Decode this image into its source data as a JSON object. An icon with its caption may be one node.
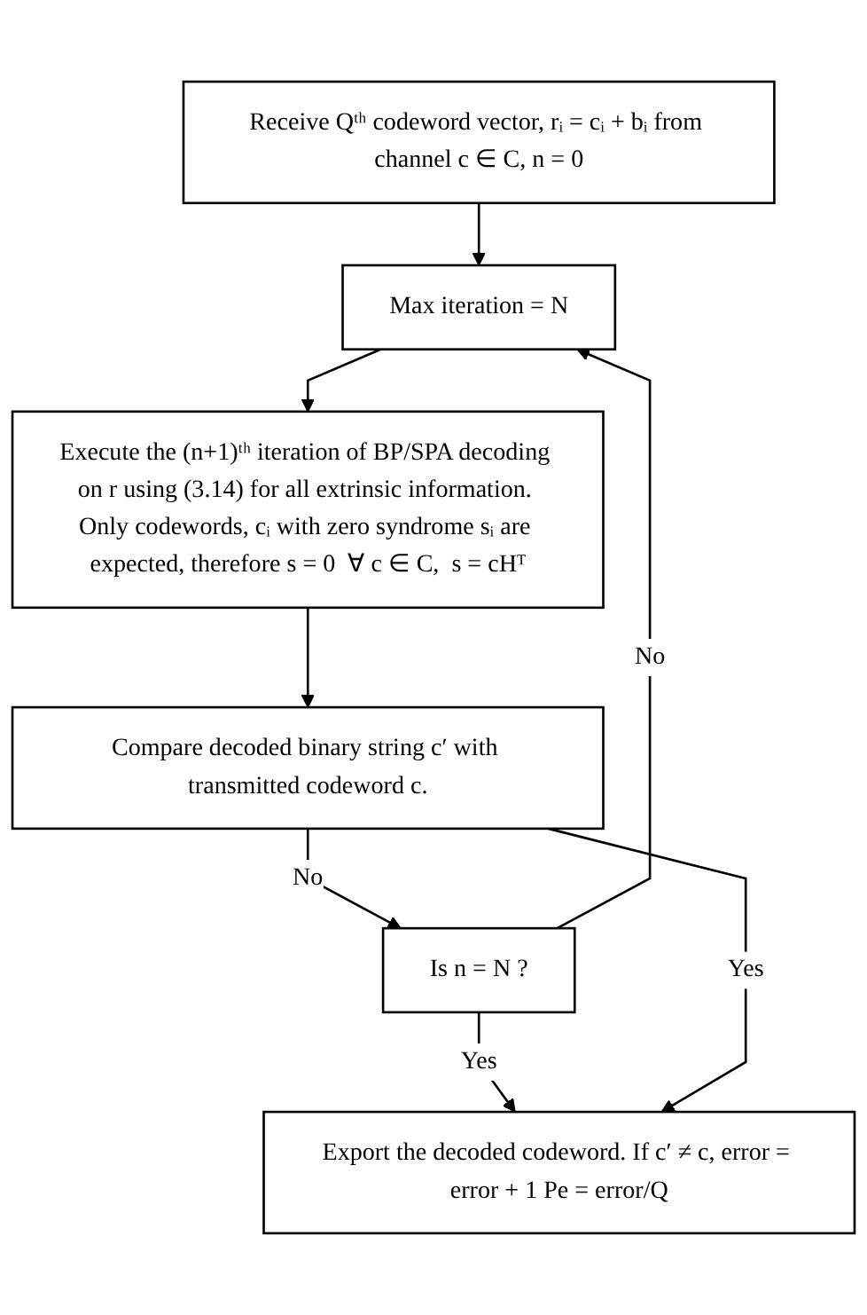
{
  "diagram": {
    "nodes": [
      {
        "text": [
          "Receive Qᵗʰ codeword vector, rᵢ = cᵢ + bᵢ from channel c ∈ C, n = 0"
        ]
      },
      {
        "text": [
          "Max iteration = N"
        ]
      },
      {
        "text": [
          "Execute the (n+1)ᵗʰ iteration of BP/SPA decoding on r using (3.14) for all extrinsic information. Only codewords, cᵢ with zero syndrome sᵢ are expected, therefore s = 0  ∀ c ∈ C,  s = cHᵀ"
        ]
      },
      {
        "text": [
          "Compare decoded binary string c′ with transmitted codeword c."
        ]
      },
      {
        "text": [
          "Is n = N ?"
        ]
      },
      {
        "text": [
          "Export the decoded codeword. If c′ ≠ c, error = error + 1 Pe = error/Q"
        ]
      }
    ],
    "edges": [
      {
        "from": 0,
        "to": 1,
        "arrow": "to"
      },
      {
        "from": 1,
        "to": 2,
        "arrow": "to"
      },
      {
        "from": 2,
        "to": 3,
        "arrow": "to"
      },
      {
        "from": 3,
        "to": 4,
        "arrow": "to",
        "label": "No"
      },
      {
        "from": 4,
        "to": 1,
        "arrow": "to",
        "label": "No"
      },
      {
        "from": 4,
        "to": 5,
        "arrow": "to",
        "label": "Yes"
      },
      {
        "from": 3,
        "to": 5,
        "arrow": "to",
        "label": "Yes"
      }
    ]
  }
}
